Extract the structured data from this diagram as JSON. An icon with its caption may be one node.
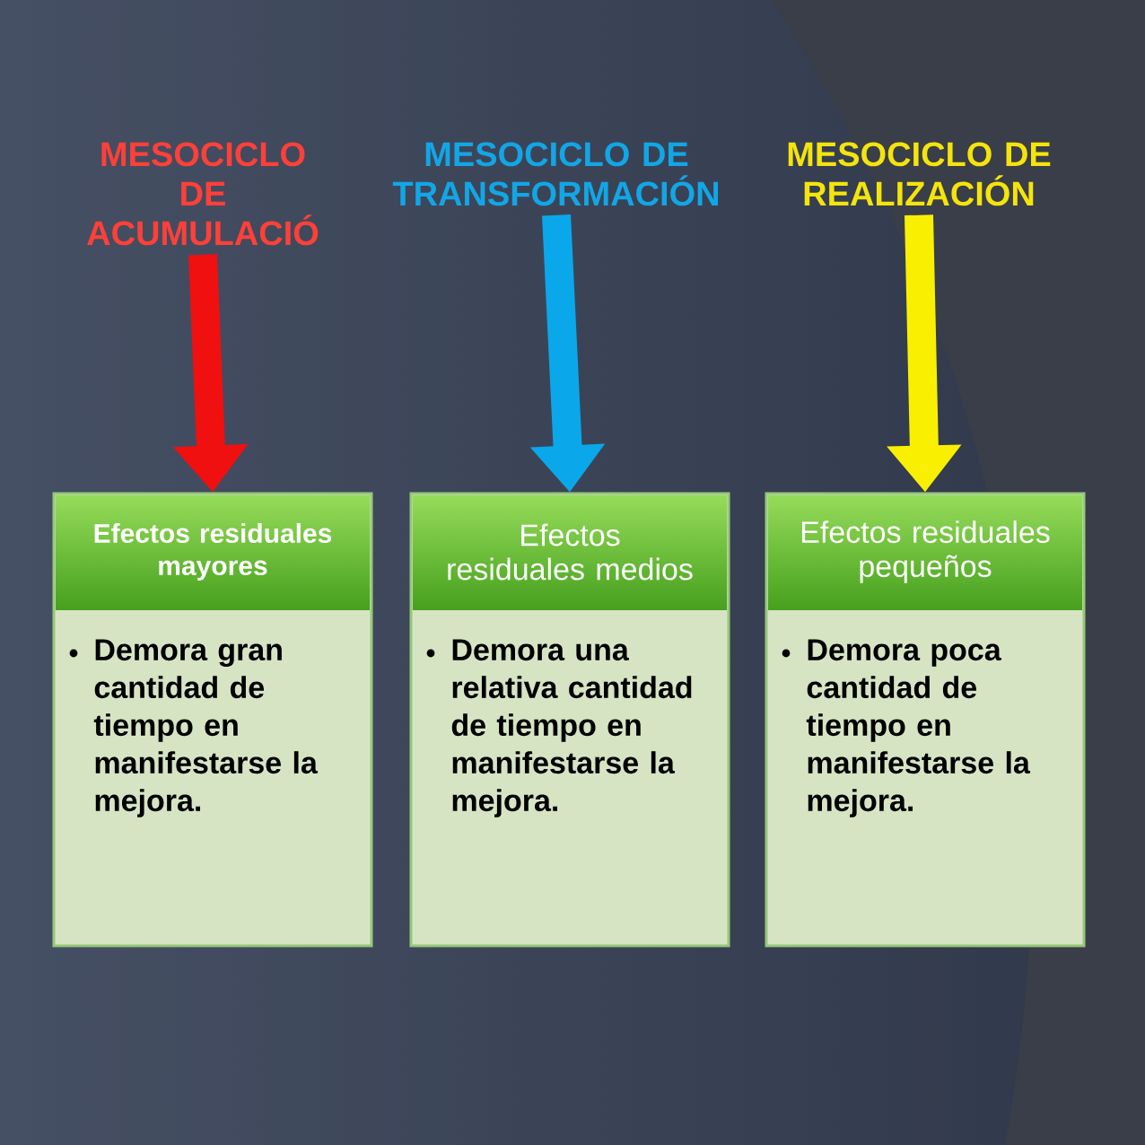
{
  "diagram": {
    "nodes": [
      {
        "text": [
          "MESOCICLO DE ACUMULACIÓ"
        ]
      },
      {
        "text": [
          "MESOCICLO DE TRANSFORMACIÓN"
        ]
      },
      {
        "text": [
          "MESOCICLO DE REALIZACIÓN"
        ]
      },
      {
        "text": [
          "Efectos residuales mayores",
          "Demora gran cantidad de tiempo en manifestarse la mejora."
        ]
      },
      {
        "text": [
          "Efectos residuales medios",
          "Demora una relativa cantidad de tiempo en manifestarse la mejora."
        ]
      },
      {
        "text": [
          "Efectos residuales pequeños",
          "Demora poca cantidad de tiempo en manifestarse la mejora."
        ]
      }
    ],
    "edges": [
      {
        "from": 0,
        "to": 3,
        "arrow": "to",
        "color": "#f01010"
      },
      {
        "from": 1,
        "to": 4,
        "arrow": "to",
        "color": "#0aa8ea"
      },
      {
        "from": 2,
        "to": 5,
        "arrow": "to",
        "color": "#f8f000"
      }
    ]
  }
}
